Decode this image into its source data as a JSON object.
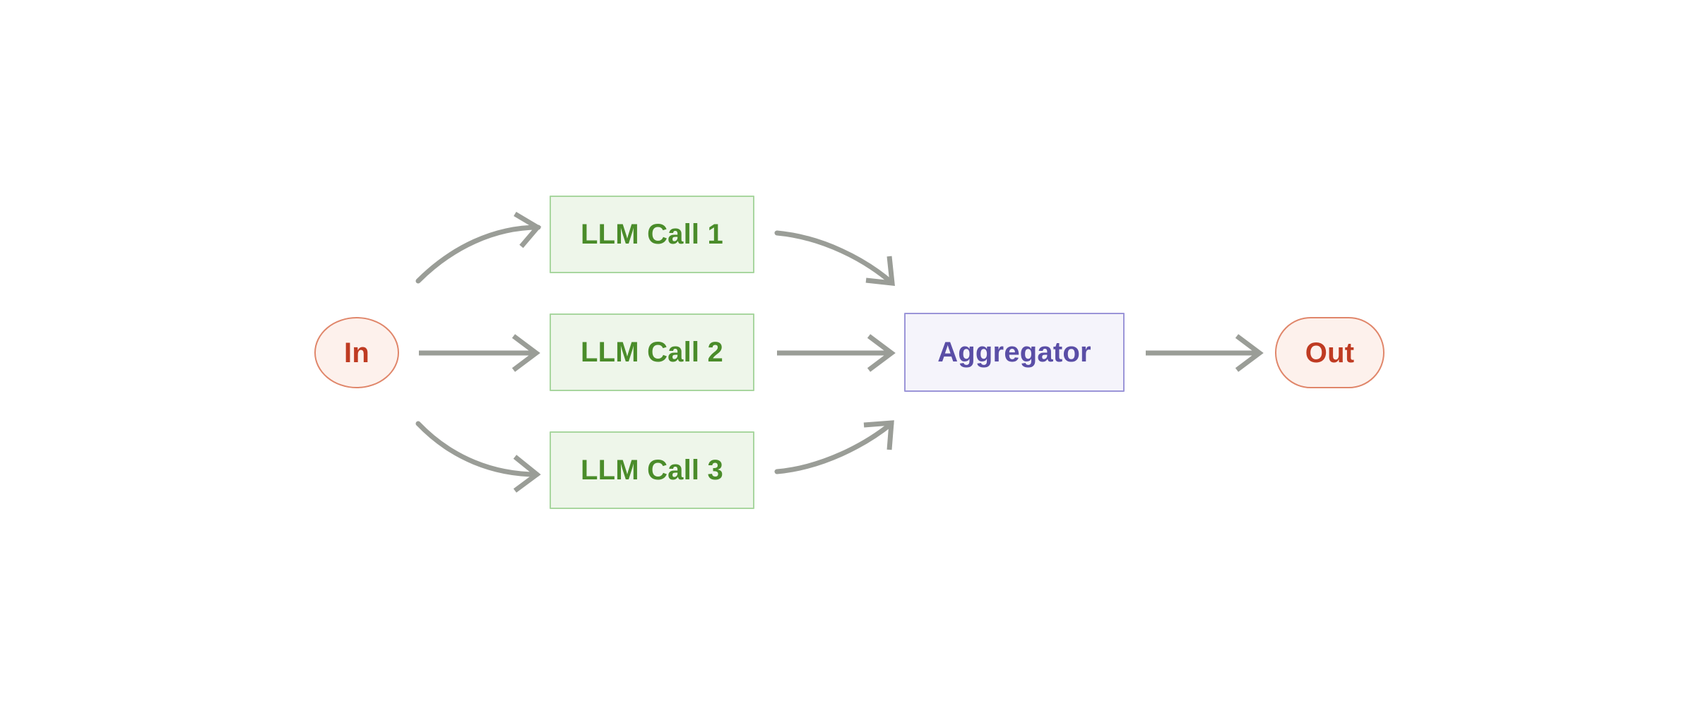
{
  "diagram": {
    "type": "flowchart",
    "orientation": "left-to-right",
    "background_color": "#ffffff",
    "nodes": {
      "input": {
        "label": "In",
        "shape": "circle",
        "fill": "#fdf1ec",
        "stroke": "#e0866a",
        "text_color": "#bf3b22"
      },
      "llm_call_1": {
        "label": "LLM Call 1",
        "shape": "rectangle",
        "fill": "#eef6ea",
        "stroke": "#a8d69f",
        "text_color": "#4a8c2a"
      },
      "llm_call_2": {
        "label": "LLM Call 2",
        "shape": "rectangle",
        "fill": "#eef6ea",
        "stroke": "#a8d69f",
        "text_color": "#4a8c2a"
      },
      "llm_call_3": {
        "label": "LLM Call 3",
        "shape": "rectangle",
        "fill": "#eef6ea",
        "stroke": "#a8d69f",
        "text_color": "#4a8c2a"
      },
      "aggregator": {
        "label": "Aggregator",
        "shape": "rectangle",
        "fill": "#f5f4fb",
        "stroke": "#9b95d8",
        "text_color": "#5a4ea6"
      },
      "output": {
        "label": "Out",
        "shape": "stadium",
        "fill": "#fdf1ec",
        "stroke": "#e0866a",
        "text_color": "#bf3b22"
      }
    },
    "edges": [
      {
        "from": "input",
        "to": "llm_call_1",
        "style": "curved",
        "label": ""
      },
      {
        "from": "input",
        "to": "llm_call_2",
        "style": "straight",
        "label": ""
      },
      {
        "from": "input",
        "to": "llm_call_3",
        "style": "curved",
        "label": ""
      },
      {
        "from": "llm_call_1",
        "to": "aggregator",
        "style": "curved",
        "label": ""
      },
      {
        "from": "llm_call_2",
        "to": "aggregator",
        "style": "straight",
        "label": ""
      },
      {
        "from": "llm_call_3",
        "to": "aggregator",
        "style": "curved",
        "label": ""
      },
      {
        "from": "aggregator",
        "to": "output",
        "style": "straight",
        "label": ""
      }
    ],
    "edge_color": "#9a9d97"
  }
}
